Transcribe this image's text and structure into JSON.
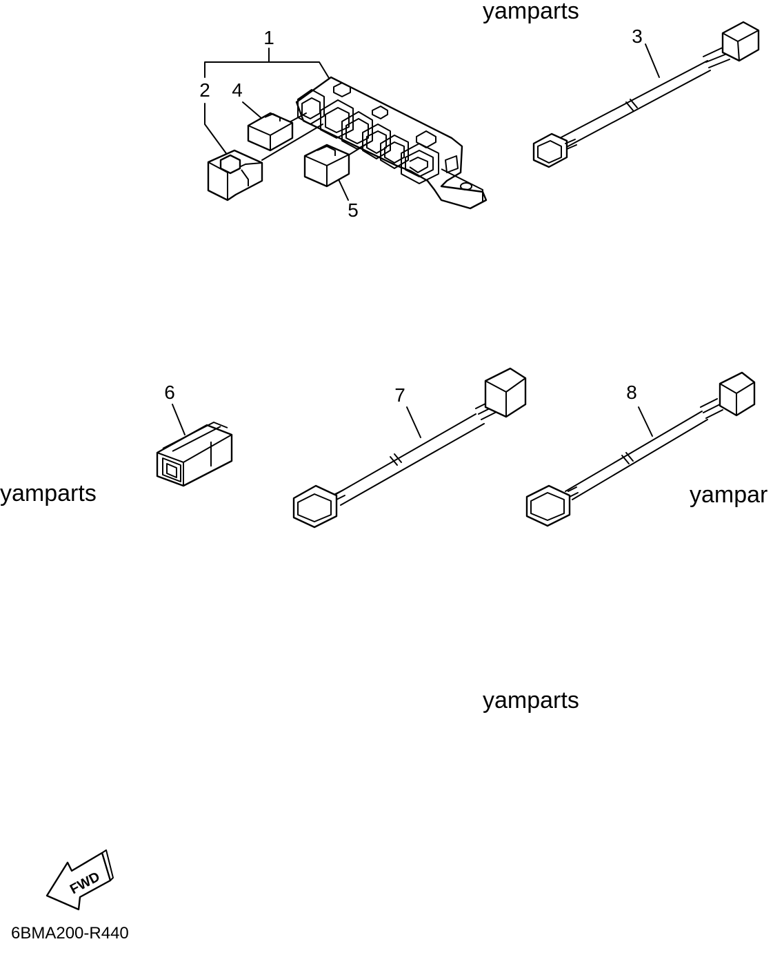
{
  "callouts": {
    "c1": "1",
    "c2": "2",
    "c3": "3",
    "c4": "4",
    "c5": "5",
    "c6": "6",
    "c7": "7",
    "c8": "8"
  },
  "watermarks": [
    "yamparts",
    "yamparts",
    "yamparts",
    "yampar"
  ],
  "fwd_label": "FWD",
  "diagram_code": "6BMA200-R440"
}
